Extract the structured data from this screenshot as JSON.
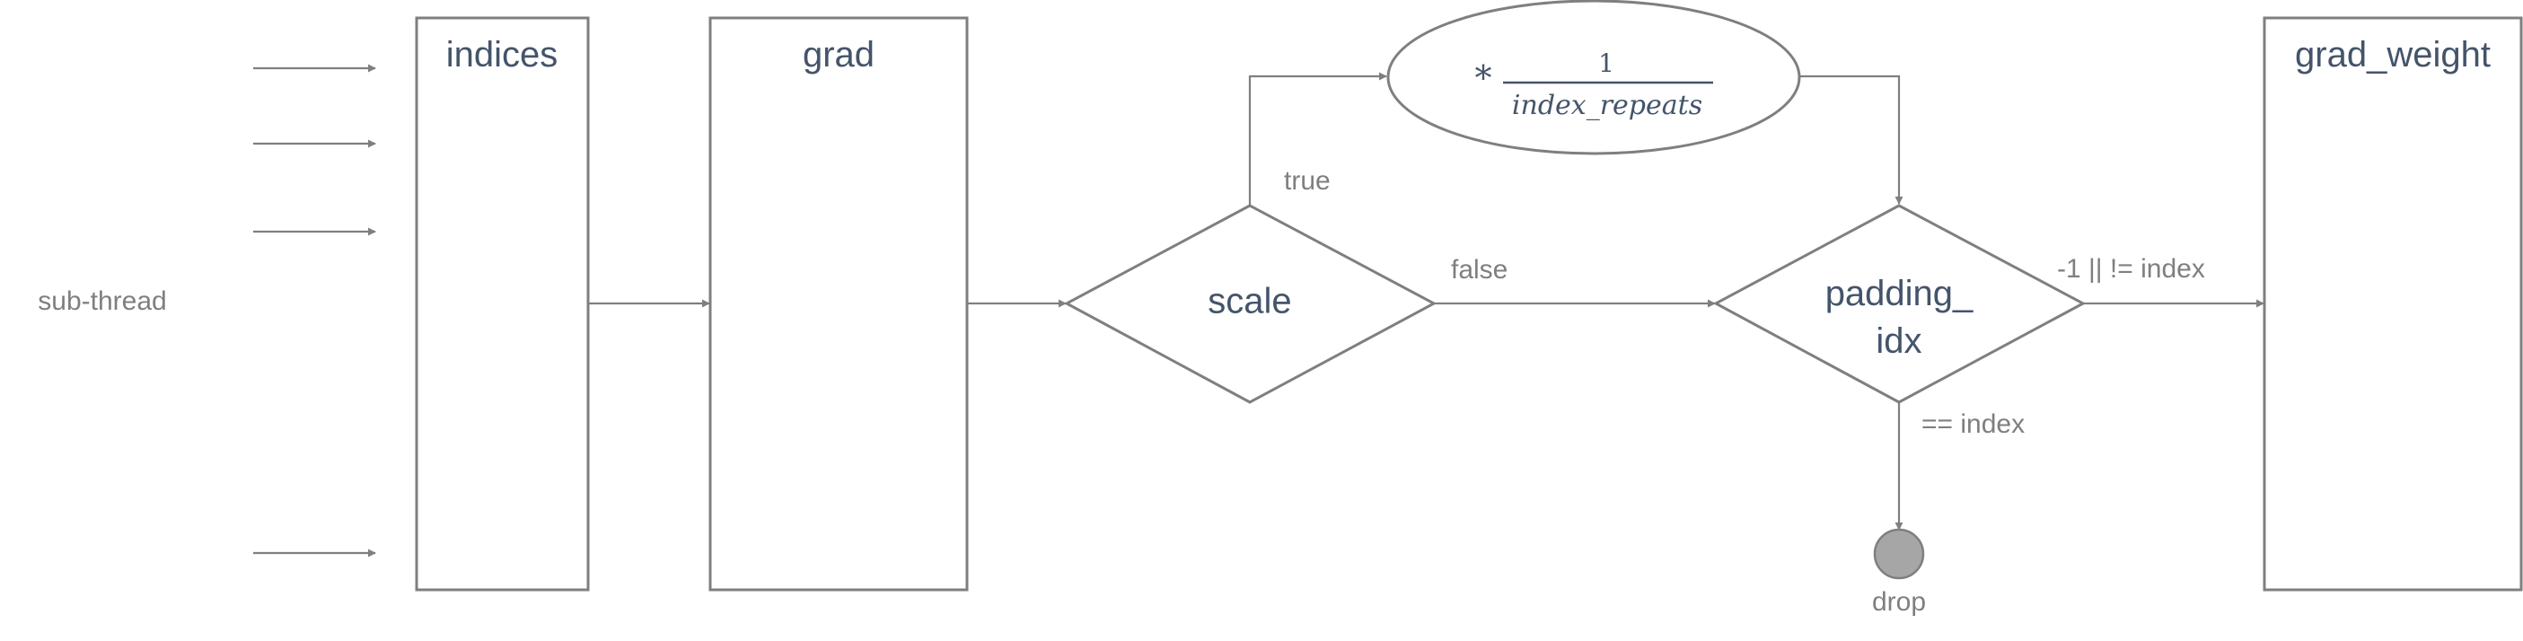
{
  "side_label": "sub-thread",
  "boxes": {
    "indices": "indices",
    "grad": "grad",
    "grad_weight": "grad_weight"
  },
  "decisions": {
    "scale": "scale",
    "padding_line1": "padding_",
    "padding_line2": "idx"
  },
  "multiplier": {
    "star": "*",
    "numerator": "1",
    "denominator": "index_repeats"
  },
  "edge_labels": {
    "true": "true",
    "false": "false",
    "not_index": "-1 || != index",
    "eq_index": "== index"
  },
  "terminal": {
    "drop": "drop"
  },
  "colors": {
    "stroke": "#7f7f7f",
    "text": "#44546a",
    "label_text": "#7f7f7f",
    "drop_fill": "#a6a6a6"
  }
}
